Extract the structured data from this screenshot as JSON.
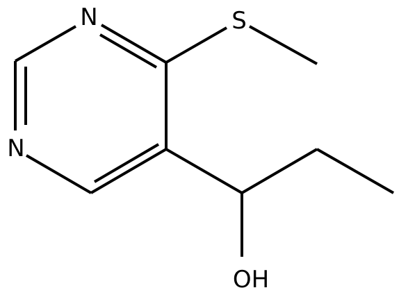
{
  "molecule": {
    "atoms": {
      "n_top": "N",
      "n_left": "N",
      "sulfur": "S",
      "hydroxyl": "OH"
    }
  }
}
